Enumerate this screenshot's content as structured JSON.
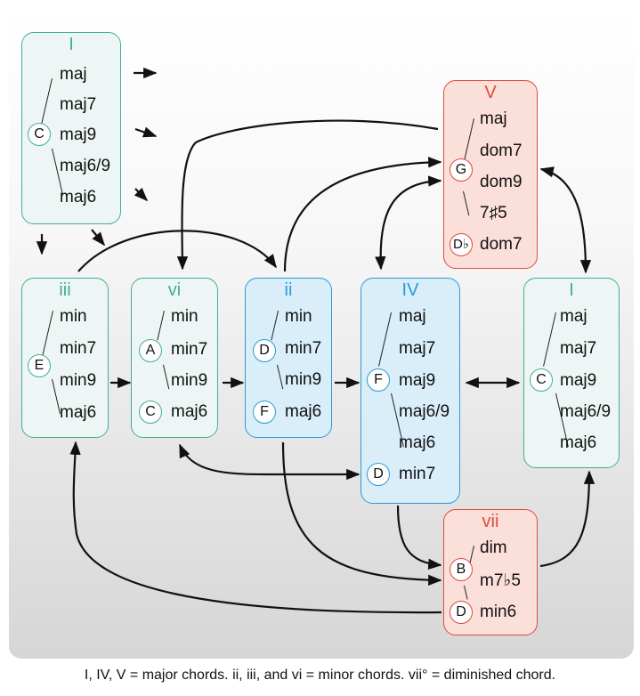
{
  "boxes": {
    "I_top": {
      "title": "I",
      "root": "C",
      "qualities": [
        "maj",
        "maj7",
        "maj9",
        "maj6/9",
        "maj6"
      ]
    },
    "V": {
      "title": "V",
      "root": "G",
      "qualities": [
        "maj",
        "dom7",
        "dom9",
        "7♯5"
      ],
      "sub_root": "D♭",
      "sub_quality": "dom7"
    },
    "iii": {
      "title": "iii",
      "root": "E",
      "qualities": [
        "min",
        "min7",
        "min9",
        "maj6"
      ]
    },
    "vi": {
      "title": "vi",
      "root": "A",
      "qualities": [
        "min",
        "min7",
        "min9"
      ],
      "sub_root": "C",
      "sub_quality": "maj6"
    },
    "ii": {
      "title": "ii",
      "root": "D",
      "qualities": [
        "min",
        "min7",
        "min9"
      ],
      "sub_root": "F",
      "sub_quality": "maj6"
    },
    "IV": {
      "title": "IV",
      "root": "F",
      "qualities": [
        "maj",
        "maj7",
        "maj9",
        "maj6/9",
        "maj6"
      ],
      "sub_root": "D",
      "sub_quality": "min7"
    },
    "I_right": {
      "title": "I",
      "root": "C",
      "qualities": [
        "maj",
        "maj7",
        "maj9",
        "maj6/9",
        "maj6"
      ]
    },
    "vii": {
      "title": "vii",
      "root": "B",
      "qualities": [
        "dim",
        "m7♭5"
      ],
      "sub_root": "D",
      "sub_quality": "min6"
    }
  },
  "caption": "I, IV, V = major chords. ii, iii, and vi = minor chords. vii° = diminished chord.",
  "colors": {
    "tonic_green": "#3fae9a",
    "subdominant_blue": "#2a9bd5",
    "dominant_red": "#e0493e"
  }
}
